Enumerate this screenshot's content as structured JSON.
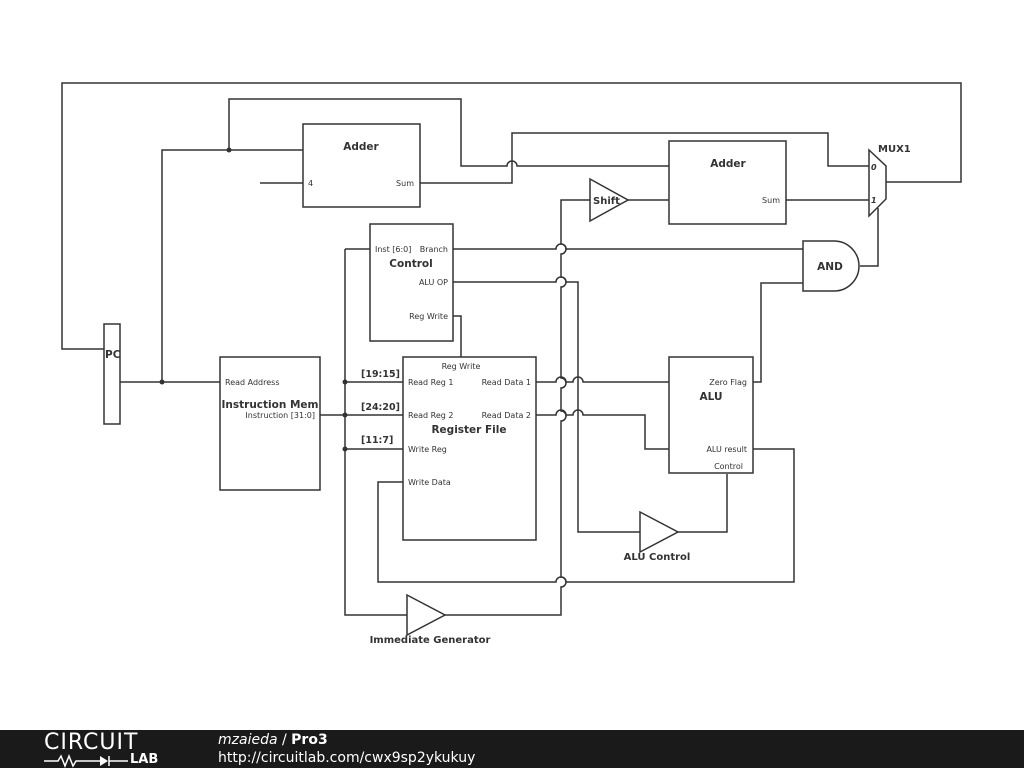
{
  "diagram": {
    "pc": {
      "label": "PC"
    },
    "adder_top": {
      "title": "Adder",
      "in_label": "4",
      "out_label": "Sum"
    },
    "adder_branch": {
      "title": "Adder",
      "out_label": "Sum"
    },
    "shift": {
      "label": "Shift"
    },
    "mux": {
      "title": "MUX1",
      "in0": "0",
      "in1": "1"
    },
    "and_gate": {
      "label": "AND"
    },
    "control": {
      "title": "Control",
      "inst_label": "Inst [6:0]",
      "branch_label": "Branch",
      "aluop_label": "ALU OP",
      "regwrite_label": "Reg Write"
    },
    "instruction_mem": {
      "title": "Instruction Mem",
      "read_address_label": "Read Address",
      "instruction_label": "Instruction [31:0]"
    },
    "register_file": {
      "title": "Register File",
      "reg_write_label": "Reg Write",
      "read_reg1_label": "Read Reg 1",
      "read_reg2_label": "Read Reg 2",
      "write_reg_label": "Write Reg",
      "write_data_label": "Write Data",
      "read_data1_label": "Read Data 1",
      "read_data2_label": "Read Data 2"
    },
    "bus_labels": {
      "b1": "[19:15]",
      "b2": "[24:20]",
      "b3": "[11:7]"
    },
    "alu": {
      "title": "ALU",
      "zero_flag_label": "Zero Flag",
      "alu_result_label": "ALU result",
      "control_label": "Control"
    },
    "alu_control": {
      "label": "ALU Control"
    },
    "imm_gen": {
      "label": "Immediate Generator"
    }
  },
  "footer": {
    "logo_top": "CIRCUIT",
    "logo_bottom": "LAB",
    "author": "mzaieda",
    "separator": " / ",
    "project": "Pro3",
    "url": "http://circuitlab.com/cwx9sp2ykukuy"
  },
  "colors": {
    "wire": "#333333",
    "footer_bg": "#1a1a1a",
    "footer_text": "#ffffff"
  }
}
